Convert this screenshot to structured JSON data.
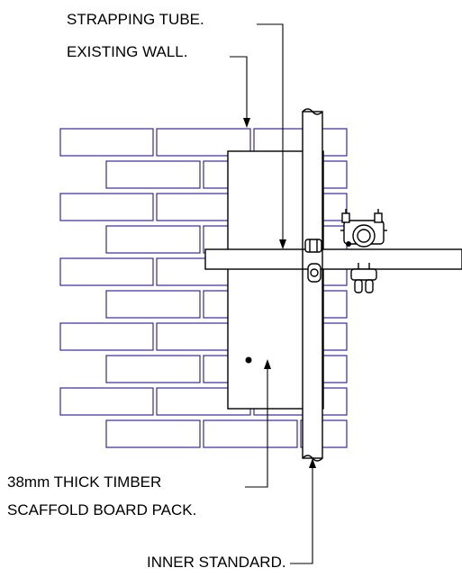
{
  "labels": {
    "strapping_tube": "STRAPPING TUBE.",
    "existing_wall": "EXISTING WALL.",
    "board_pack_line1": "38mm THICK TIMBER",
    "board_pack_line2": "SCAFFOLD BOARD PACK.",
    "inner_standard": "INNER STANDARD."
  },
  "colors": {
    "brick_outline": "#3a2a9a",
    "linework": "#000000",
    "background": "#ffffff"
  }
}
